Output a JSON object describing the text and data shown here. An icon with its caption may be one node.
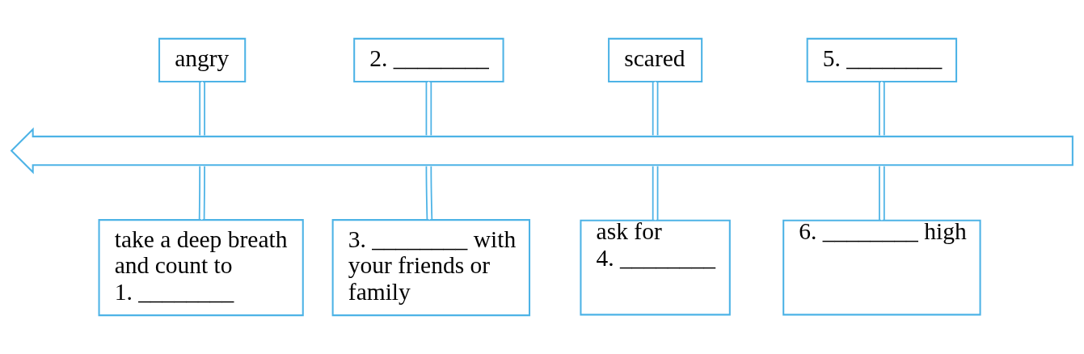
{
  "diagram": {
    "nodes": [
      {
        "text": [
          "angry"
        ]
      },
      {
        "text": [
          "2. ________"
        ]
      },
      {
        "text": [
          "scared"
        ]
      },
      {
        "text": [
          "5. ________"
        ]
      },
      {
        "text": [],
        "shape": "arrow"
      },
      {
        "text": [
          "take a deep breath and count to 1. ________"
        ]
      },
      {
        "text": [
          "3. ________ with your friends or family"
        ]
      },
      {
        "text": [
          "ask for 4. ________"
        ]
      },
      {
        "text": [
          "6. ________ high"
        ]
      }
    ],
    "edges": [
      {
        "from": 0,
        "to": 4,
        "arrow": "none"
      },
      {
        "from": 4,
        "to": 5,
        "arrow": "none"
      },
      {
        "from": 1,
        "to": 4,
        "arrow": "none"
      },
      {
        "from": 4,
        "to": 6,
        "arrow": "none"
      },
      {
        "from": 2,
        "to": 4,
        "arrow": "none"
      },
      {
        "from": 4,
        "to": 7,
        "arrow": "none"
      },
      {
        "from": 3,
        "to": 4,
        "arrow": "none"
      },
      {
        "from": 4,
        "to": 8,
        "arrow": "none"
      }
    ]
  }
}
